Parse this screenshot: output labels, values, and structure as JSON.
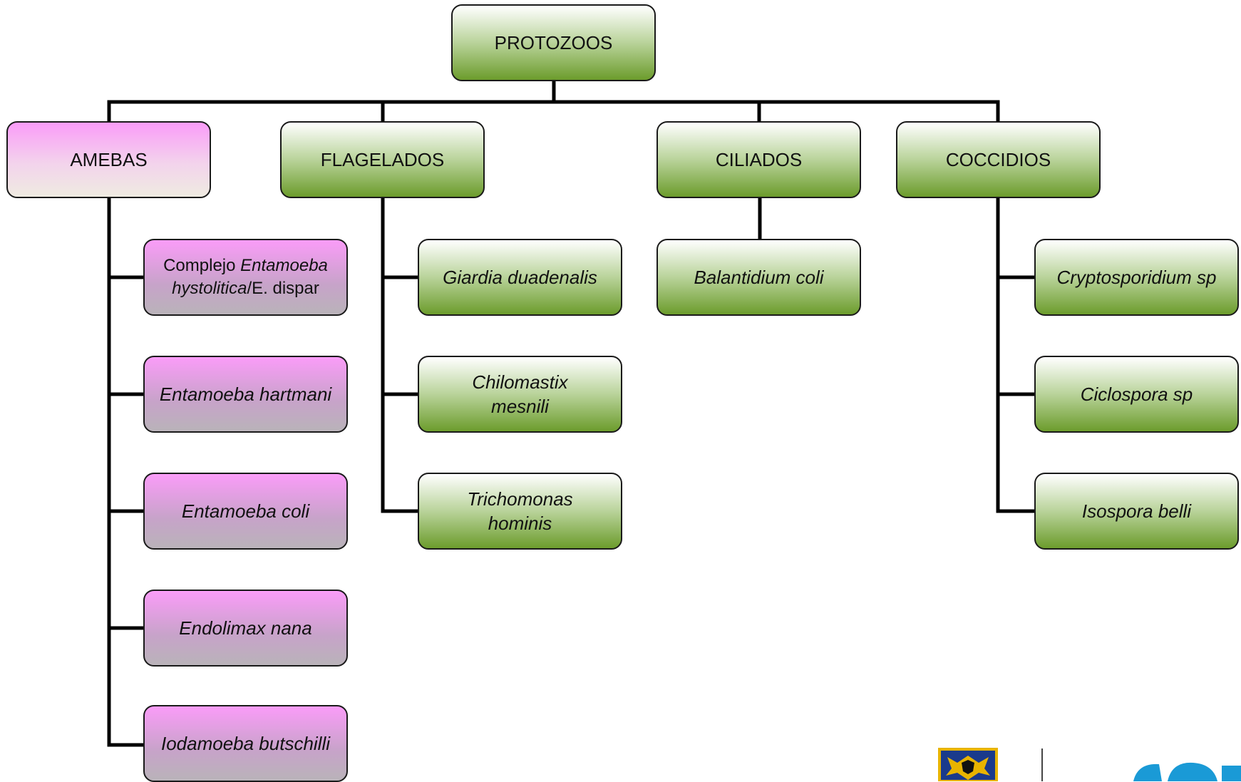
{
  "root": {
    "label": "PROTOZOOS"
  },
  "categories": [
    {
      "key": "amebas",
      "label": "AMEBAS",
      "color": "#fa9cf8",
      "children": [
        {
          "prefix": "Complejo ",
          "italic_part": "Entamoeba hystolitica",
          "suffix": "/E. dispar"
        },
        {
          "label": "Entamoeba hartmani"
        },
        {
          "label": "Entamoeba coli"
        },
        {
          "label": "Endolimax nana"
        },
        {
          "label": "Iodamoeba butschilli"
        }
      ]
    },
    {
      "key": "flagelados",
      "label": "FLAGELADOS",
      "color": "#6c9c2c",
      "children": [
        {
          "label": "Giardia duadenalis"
        },
        {
          "label": "Chilomastix mesnili"
        },
        {
          "label": "Trichomonas hominis"
        }
      ]
    },
    {
      "key": "ciliados",
      "label": "CILIADOS",
      "color": "#6c9c2c",
      "children": [
        {
          "label": "Balantidium coli"
        }
      ]
    },
    {
      "key": "coccidios",
      "label": "COCCIDIOS",
      "color": "#6c9c2c",
      "children": [
        {
          "label": "Cryptosporidium sp"
        },
        {
          "label": "Ciclospora sp"
        },
        {
          "label": "Isospora belli"
        }
      ]
    }
  ],
  "logo_colors": {
    "shield": "#1a3a8c",
    "gold": "#e8b400",
    "text": "#1a9ad6"
  }
}
